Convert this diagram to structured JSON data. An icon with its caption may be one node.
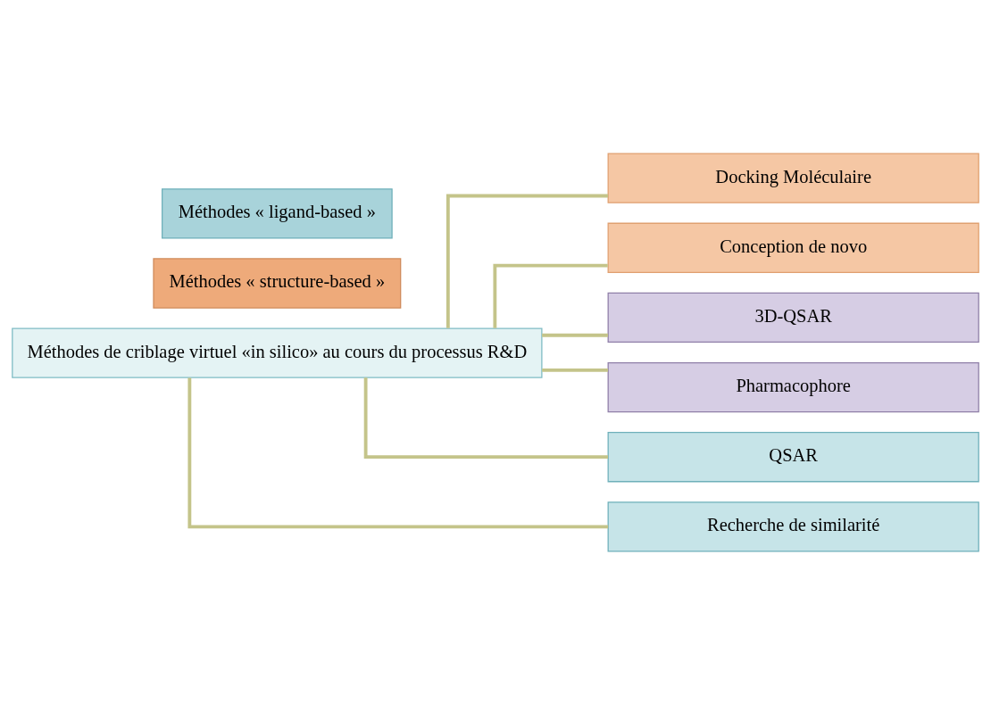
{
  "diagram": {
    "nodes": [
      {
        "text": [
          "Méthodes de criblage virtuel «in silico» au cours du processus R&D"
        ]
      },
      {
        "text": [
          "Docking Moléculaire"
        ]
      },
      {
        "text": [
          "Conception de novo"
        ]
      },
      {
        "text": [
          "3D-QSAR"
        ]
      },
      {
        "text": [
          "Pharmacophore"
        ]
      },
      {
        "text": [
          "QSAR"
        ]
      },
      {
        "text": [
          "Recherche de similarité"
        ]
      },
      {
        "text": [
          "Méthodes « structure-based »"
        ]
      },
      {
        "text": [
          "Méthodes « ligand-based »"
        ]
      }
    ],
    "edges": [
      {
        "from": 0,
        "to": 1,
        "arrow": "none"
      },
      {
        "from": 0,
        "to": 2,
        "arrow": "none"
      },
      {
        "from": 0,
        "to": 3,
        "arrow": "none"
      },
      {
        "from": 0,
        "to": 4,
        "arrow": "none"
      },
      {
        "from": 0,
        "to": 5,
        "arrow": "none"
      },
      {
        "from": 0,
        "to": 6,
        "arrow": "none"
      }
    ]
  }
}
